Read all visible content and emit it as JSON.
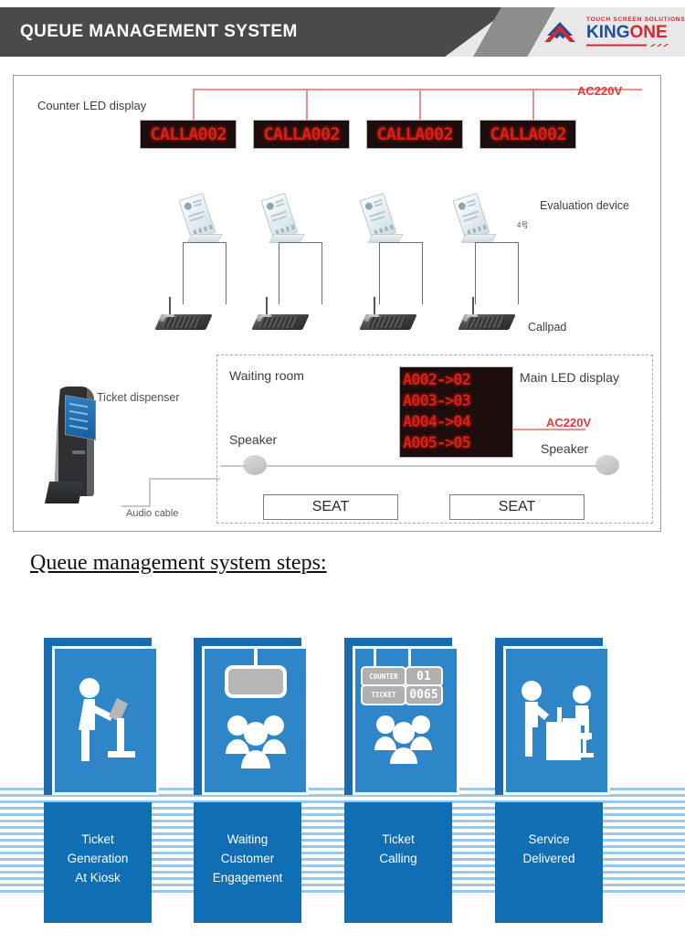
{
  "header": {
    "title": "QUEUE MANAGEMENT SYSTEM",
    "logo": {
      "tagline": "TOUCH SCREEN SOLUTIONS",
      "name_part1": "KING",
      "name_part2": "ONE",
      "blue": "#1b4f9c",
      "red": "#d6272e"
    }
  },
  "diagram": {
    "labels": {
      "counter_led": "Counter LED display",
      "ac_top": "AC220V",
      "evaluation_device": "Evaluation device",
      "device_number": "4号",
      "callpad": "Callpad",
      "ticket_dispenser": "Ticket dispenser",
      "audio_cable": "Audio cable",
      "waiting_room": "Waiting room",
      "main_led": "Main LED display",
      "ac_mid": "AC220V",
      "speaker_left": "Speaker",
      "speaker_right": "Speaker",
      "seat_left": "SEAT",
      "seat_right": "SEAT"
    },
    "counter_leds": [
      "CALLA002",
      "CALLA002",
      "CALLA002",
      "CALLA002"
    ],
    "main_led_rows": [
      "A002->02",
      "A003->03",
      "A004->04",
      "A005->05"
    ],
    "led_color": "#d81f14"
  },
  "steps_heading": "Queue management system steps:",
  "steps": [
    {
      "icon": "person-at-kiosk-icon",
      "label_lines": [
        "Ticket",
        "Generation",
        "At Kiosk"
      ]
    },
    {
      "icon": "overhead-display-and-crowd-icon",
      "label_lines": [
        "Waiting",
        "Customer",
        "Engagement"
      ]
    },
    {
      "icon": "counter-ticket-board-and-crowd-icon",
      "label_lines": [
        "Ticket",
        "Calling"
      ],
      "board": {
        "counter_label": "COUNTER",
        "counter_value": "01",
        "ticket_label": "TICKET",
        "ticket_value": "0065"
      }
    },
    {
      "icon": "service-desk-icon",
      "label_lines": [
        "Service",
        "Delivered"
      ]
    }
  ],
  "colors": {
    "panel_dark_blue": "#1a6aad",
    "panel_blue": "#2e86c8",
    "panel_label_blue": "#0f6eb4",
    "header_dark": "#4a4a4a",
    "header_light": "#e8e8e8"
  }
}
